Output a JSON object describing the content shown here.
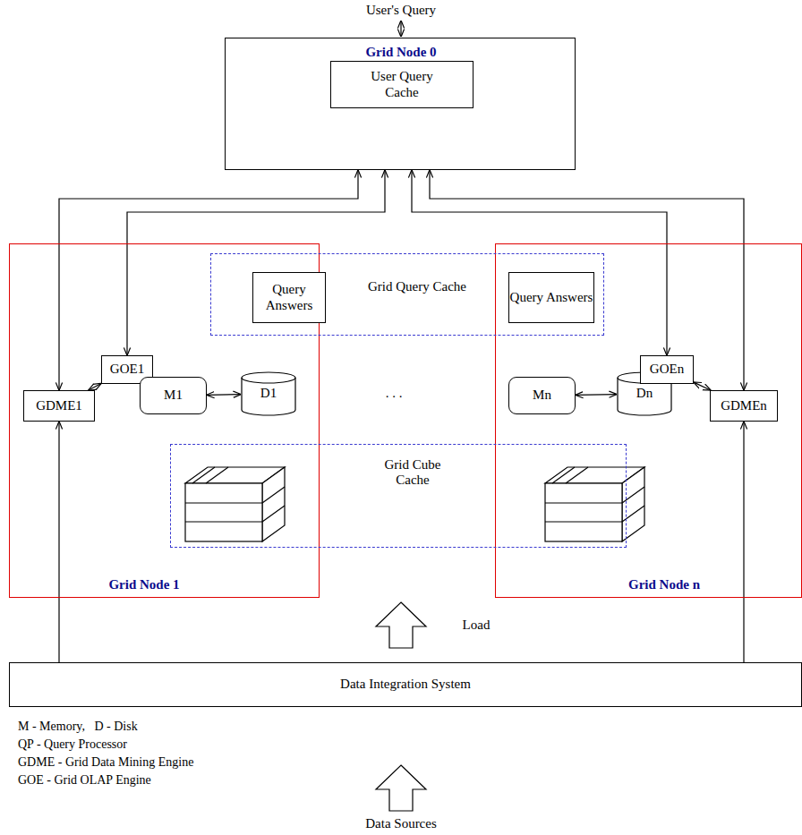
{
  "diagram": {
    "nodes": [
      {
        "text": [
          "Grid Node 0"
        ]
      },
      {
        "text": [
          "User Query Cache"
        ],
        "in": 0
      },
      {
        "text": [
          "Grid Node 1"
        ]
      },
      {
        "text": [
          "Grid Node n"
        ]
      },
      {
        "text": [
          "Grid Query Cache"
        ]
      },
      {
        "text": [
          "Query Answers"
        ],
        "in": 4
      },
      {
        "text": [
          "Query Answers"
        ],
        "in": 4
      },
      {
        "text": [
          "GOE1"
        ],
        "in": 2
      },
      {
        "text": [
          "GDME1"
        ],
        "in": 2
      },
      {
        "text": [
          "M1"
        ],
        "in": 2
      },
      {
        "text": [
          "D1"
        ],
        "in": 2
      },
      {
        "text": [
          "Mn"
        ],
        "in": 3
      },
      {
        "text": [
          "Dn"
        ],
        "in": 3
      },
      {
        "text": [
          "GOEn"
        ],
        "in": 3
      },
      {
        "text": [
          "GDMEn"
        ],
        "in": 3
      },
      {
        "text": [
          "Grid Cube Cache"
        ]
      },
      {
        "text": [
          "Data Integration System"
        ]
      }
    ],
    "edges": [
      {
        "from": 0,
        "to": 7,
        "arrow": "both"
      },
      {
        "from": 0,
        "to": 8,
        "arrow": "both"
      },
      {
        "from": 0,
        "to": 13,
        "arrow": "both"
      },
      {
        "from": 0,
        "to": 14,
        "arrow": "both"
      },
      {
        "from": 7,
        "to": 8,
        "arrow": "both"
      },
      {
        "from": 9,
        "to": 10,
        "arrow": "both"
      },
      {
        "from": 11,
        "to": 12,
        "arrow": "both"
      },
      {
        "from": 13,
        "to": 14,
        "arrow": "both"
      },
      {
        "from": 16,
        "to": 8,
        "arrow": "to"
      },
      {
        "from": 16,
        "to": 14,
        "arrow": "to"
      }
    ],
    "labels": [
      "User's Query",
      ". . .",
      "Load",
      "Data Sources",
      "M - Memory,   D - Disk",
      "QP - Query Processor",
      "GDME - Grid Data Mining Engine",
      "GOE - Grid OLAP Engine"
    ]
  }
}
